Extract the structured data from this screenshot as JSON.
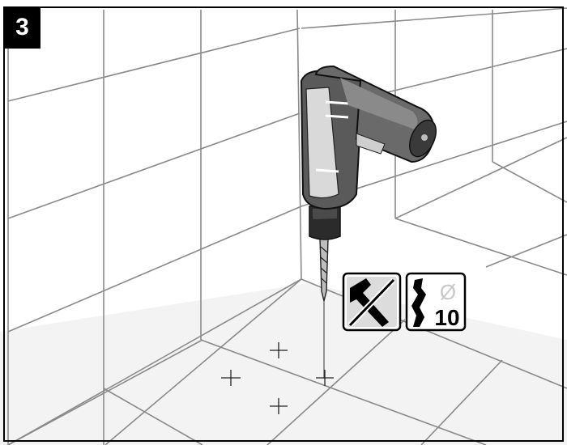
{
  "step": {
    "number": "3"
  },
  "symbols": {
    "no_hammer_icon": "no-hammer-icon",
    "drill_bit_size_icon": "drill-bit-diameter-icon",
    "diameter_sign": "Ø",
    "diameter_value": "10"
  },
  "colors": {
    "tool_body": "#5a5a5a",
    "tool_dark": "#2b2b2b",
    "tool_light": "#d9d9d9",
    "floor": "#f2f2f2",
    "grout": "#7a7a7a"
  }
}
